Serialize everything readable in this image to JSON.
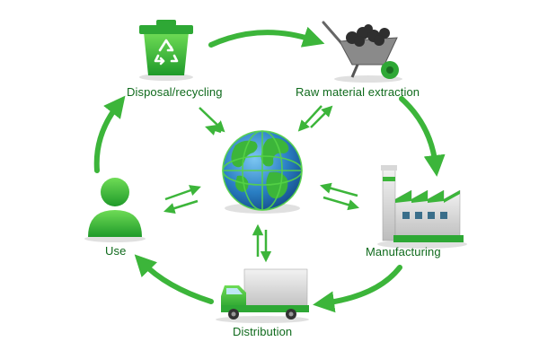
{
  "diagram": {
    "stages": [
      {
        "id": "disposal",
        "label": "Disposal/recycling",
        "icon": "recycling-bin-icon"
      },
      {
        "id": "raw",
        "label": "Raw material extraction",
        "icon": "wheelbarrow-icon"
      },
      {
        "id": "manufacturing",
        "label": "Manufacturing",
        "icon": "factory-icon"
      },
      {
        "id": "distribution",
        "label": "Distribution",
        "icon": "delivery-truck-icon"
      },
      {
        "id": "use",
        "label": "Use",
        "icon": "person-icon"
      }
    ],
    "center_icon": "globe-icon",
    "colors": {
      "primary_green": "#3cb53a",
      "dark_green": "#1f8a2a",
      "globe_blue": "#2a7fc4",
      "label_text": "#0f6a1c"
    }
  }
}
